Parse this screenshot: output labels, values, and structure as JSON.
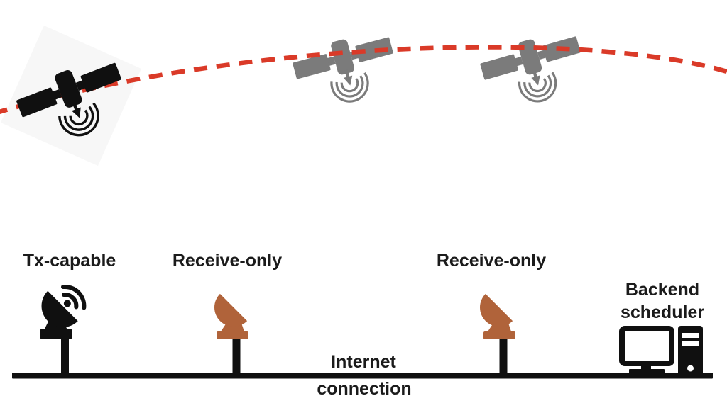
{
  "labels": {
    "tx": "Tx-capable",
    "rx1": "Receive-only",
    "rx2": "Receive-only",
    "backend_line1": "Backend",
    "backend_line2": "scheduler",
    "internet_line1": "Internet",
    "internet_line2": "connection"
  },
  "colors": {
    "orbit_red": "#DA3A28",
    "satellite_gray": "#7B7B7B",
    "ink_black": "#101010",
    "dish_orange": "#B0633A",
    "text_color": "#1B1B1B",
    "bg": "#FFFFFF"
  },
  "icons": {
    "satellite": "satellite-icon",
    "orbit": "orbit-dashed-path",
    "tx_station": "tx-dish-icon",
    "rx_station": "receive-dish-icon",
    "backend_computer": "computer-icon",
    "ground_line": "internet-connection-line"
  }
}
